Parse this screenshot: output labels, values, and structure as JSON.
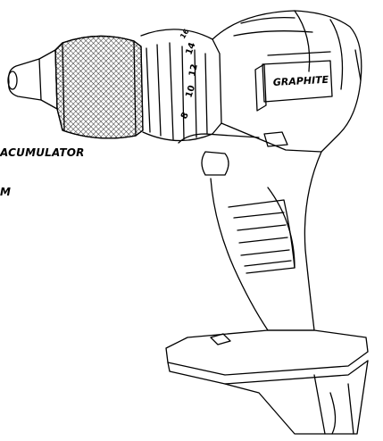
{
  "figure": {
    "brand_logo": "GRAPHITE",
    "clutch_numbers": [
      "8",
      "10",
      "12",
      "14",
      "16"
    ],
    "chuck_icon_names": [
      "chuck-collar-icon",
      "trigger-icon",
      "battery-mount-icon"
    ]
  },
  "captions": {
    "line1": "ACUMULATOR",
    "line2": "M"
  },
  "colors": {
    "line": "#000000",
    "background": "#ffffff"
  }
}
